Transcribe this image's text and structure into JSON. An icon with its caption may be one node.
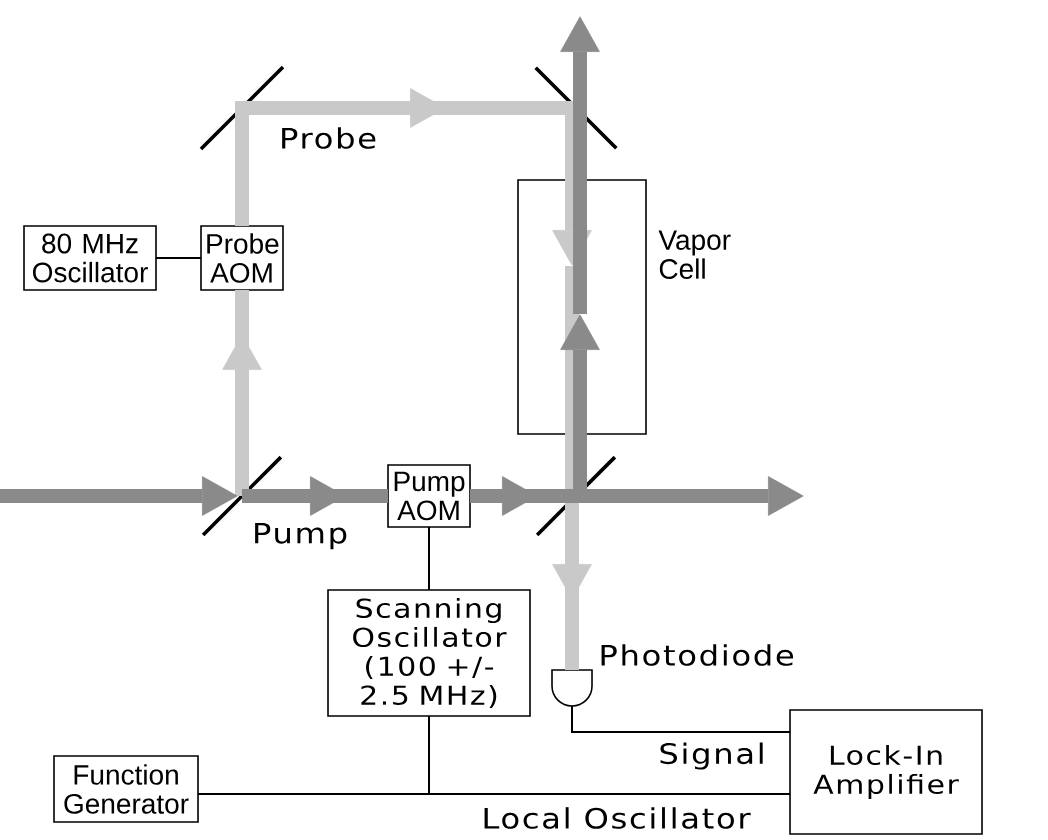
{
  "diagram": {
    "nodes": [
      {
        "text": [],
        "shape": "bar"
      },
      {
        "text": [],
        "shape": "bar"
      },
      {
        "text": [
          "Vapor Cell"
        ]
      },
      {
        "text": [
          "80 MHz Oscillator"
        ]
      },
      {
        "text": [
          "Probe AOM"
        ]
      },
      {
        "text": [],
        "shape": "bar"
      },
      {
        "text": [
          "Pump AOM"
        ]
      },
      {
        "text": [],
        "shape": "bar"
      },
      {
        "text": [
          "Scanning Oscillator (100 +/- 2.5 MHz)"
        ]
      },
      {
        "text": [
          "Photodiode"
        ]
      },
      {
        "text": [
          "Lock-In Amplifier"
        ]
      },
      {
        "text": [
          "Function Generator"
        ]
      }
    ],
    "edges": [
      {
        "from": 5,
        "to": 4,
        "arrow": "to",
        "color": "#c9c9c9"
      },
      {
        "from": 4,
        "to": 0,
        "arrow": "none",
        "color": "#c9c9c9"
      },
      {
        "from": 0,
        "to": 1,
        "arrow": "to",
        "label": "Probe",
        "color": "#c9c9c9"
      },
      {
        "from": 1,
        "to": 2,
        "arrow": "to",
        "color": "#c9c9c9"
      },
      {
        "from": 2,
        "to": 7,
        "arrow": "none",
        "color": "#c9c9c9"
      },
      {
        "from": 7,
        "to": 9,
        "arrow": "to",
        "color": "#c9c9c9"
      },
      {
        "from": null,
        "to": 5,
        "arrow": "to"
      },
      {
        "from": 5,
        "to": 6,
        "arrow": "to",
        "label": "Pump"
      },
      {
        "from": 6,
        "to": 7,
        "arrow": "to"
      },
      {
        "from": 7,
        "to": null,
        "arrow": "to"
      },
      {
        "from": 7,
        "to": 2,
        "arrow": "to"
      },
      {
        "from": 2,
        "to": 1,
        "arrow": "none"
      },
      {
        "from": 1,
        "to": null,
        "arrow": "to"
      },
      {
        "from": 3,
        "to": 4,
        "arrow": "none",
        "color": "#000000"
      },
      {
        "from": 6,
        "to": 8,
        "arrow": "none",
        "color": "#000000"
      },
      {
        "from": 11,
        "to": 8,
        "arrow": "none",
        "color": "#000000"
      },
      {
        "from": 11,
        "to": 10,
        "arrow": "none",
        "label": "Local Oscillator",
        "color": "#000000"
      },
      {
        "from": 9,
        "to": 10,
        "arrow": "none",
        "label": "Signal",
        "color": "#000000"
      }
    ]
  }
}
